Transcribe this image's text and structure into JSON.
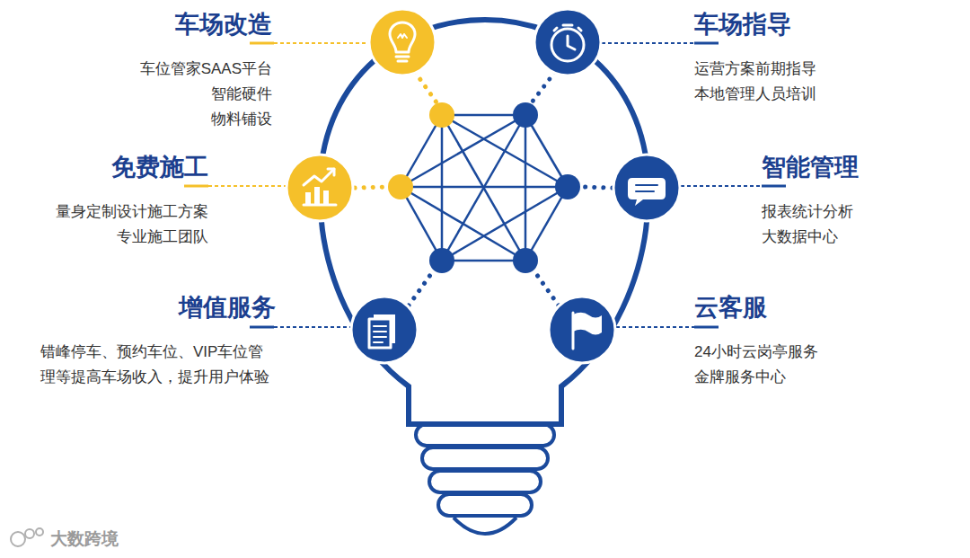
{
  "diagram": {
    "nodes": [
      {
        "text": [
          "车场改造",
          "车位管家SAAS平台",
          "智能硬件",
          "物料铺设"
        ]
      },
      {
        "text": [
          "车场指导",
          "运营方案前期指导",
          "本地管理人员培训"
        ]
      },
      {
        "text": [
          "免费施工",
          "量身定制设计施工方案",
          "专业施工团队"
        ]
      },
      {
        "text": [
          "智能管理",
          "报表统计分析",
          "大数据中心"
        ]
      },
      {
        "text": [
          "增值服务",
          "错峰停车、预约车位、VIP车位管理等提高车场收入，提升用户体验"
        ]
      },
      {
        "text": [
          "云客服",
          "24小时云岗亭服务",
          "金牌服务中心"
        ]
      }
    ],
    "labels": [
      "大数跨境"
    ]
  }
}
